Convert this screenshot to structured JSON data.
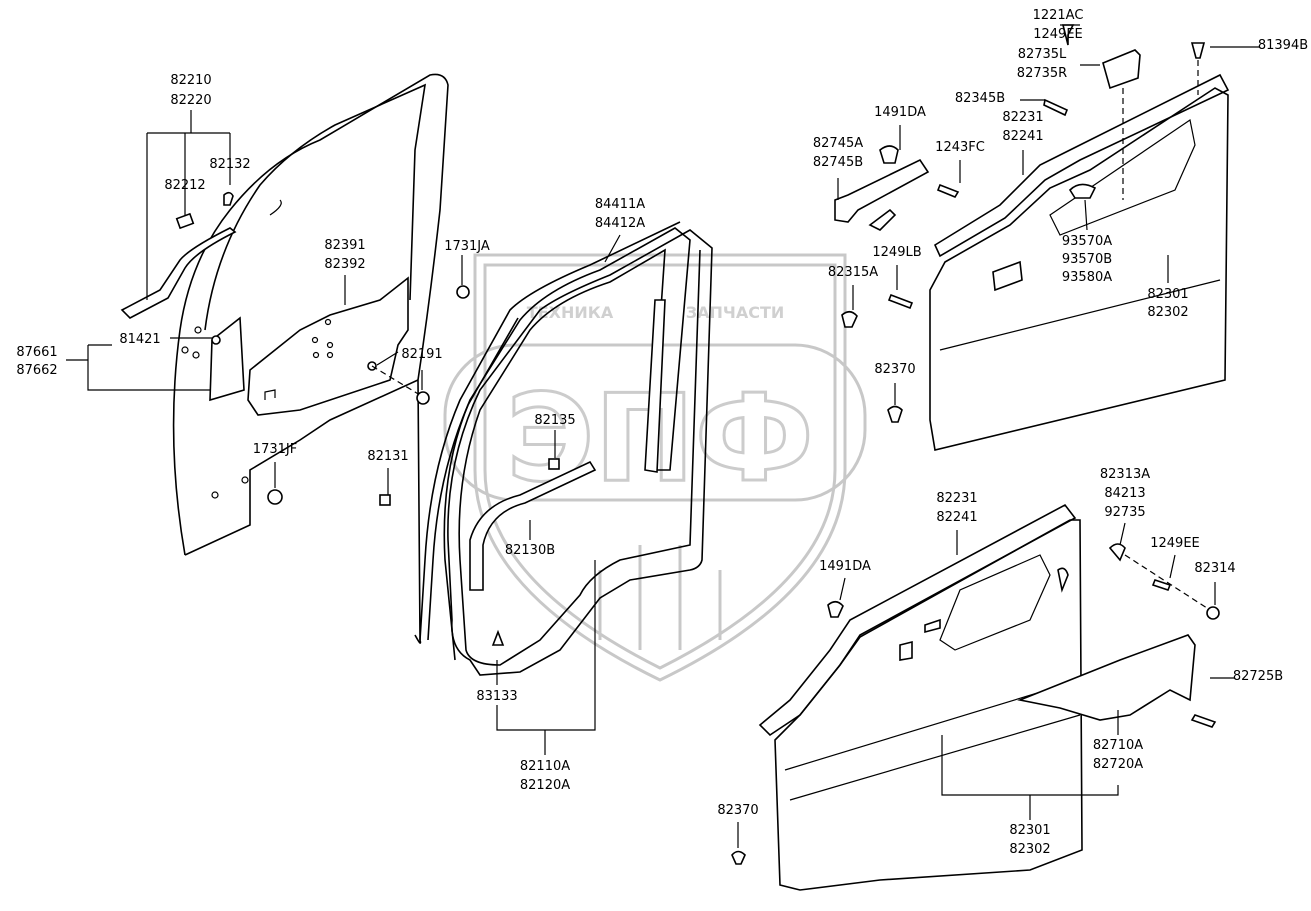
{
  "watermark": {
    "line1": "ТЕХНИКА",
    "line2": "ЗАПЧАСТИ",
    "logo": "ЭПФ",
    "color": "#c8c8c8"
  },
  "labels": {
    "l82210": [
      "82210",
      "82220"
    ],
    "l82212": "82212",
    "l82132": "82132",
    "l82391": [
      "82391",
      "82392"
    ],
    "l1731JA": "1731JA",
    "l84411A": [
      "84411A",
      "84412A"
    ],
    "l81421": "81421",
    "l87661": [
      "87661",
      "87662"
    ],
    "l82191": "82191",
    "l1731JF": "1731JF",
    "l82131": "82131",
    "l82135": "82135",
    "l82130B": "82130B",
    "l83133": "83133",
    "l82110A": [
      "82110A",
      "82120A"
    ],
    "l1221AC": [
      "1221AC",
      "1249EE"
    ],
    "l82735L": [
      "82735L",
      "82735R"
    ],
    "l81394B": "81394B",
    "l82345B": "82345B",
    "l1491DA_top": "1491DA",
    "l82231_top": [
      "82231",
      "82241"
    ],
    "l82745A": [
      "82745A",
      "82745B"
    ],
    "l1243FC": "1243FC",
    "l1249LB": "1249LB",
    "l82315A": "82315A",
    "l93570A": [
      "93570A",
      "93570B",
      "93580A"
    ],
    "l82301_top": [
      "82301",
      "82302"
    ],
    "l82370_top": "82370",
    "l82313A": [
      "82313A",
      "84213",
      "92735"
    ],
    "l82231_bot": [
      "82231",
      "82241"
    ],
    "l1249EE": "1249EE",
    "l1491DA_bot": "1491DA",
    "l82314": "82314",
    "l82725B": "82725B",
    "l82710A": [
      "82710A",
      "82720A"
    ],
    "l82301_bot": [
      "82301",
      "82302"
    ],
    "l82370_bot": "82370"
  }
}
